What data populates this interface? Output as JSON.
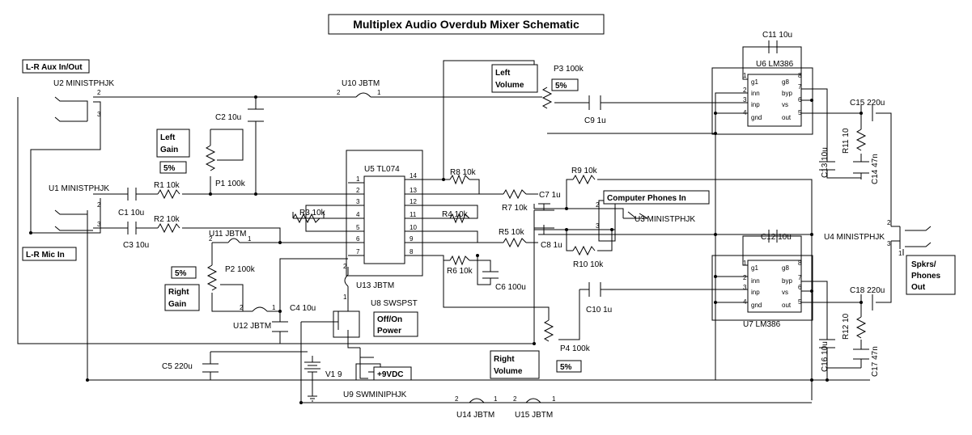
{
  "title": "Multiplex Audio Overdub Mixer Schematic",
  "notes": {
    "aux": "L-R Aux In/Out",
    "mic": "L-R Mic In",
    "left_gain": [
      "Left",
      "Gain"
    ],
    "right_gain": [
      "Right",
      "Gain"
    ],
    "left_volume": [
      "Left",
      "Volume"
    ],
    "right_volume": [
      "Right",
      "Volume"
    ],
    "computer_phones": "Computer Phones In",
    "spkrs": [
      "Spkrs/",
      "Phones",
      "Out"
    ],
    "power_switch": [
      "Off/On",
      "Power"
    ],
    "supply": "+9VDC",
    "pct_p1": "5%",
    "pct_p2": "5%",
    "pct_p3": "5%",
    "pct_p4": "5%"
  },
  "labels": {
    "u2": "U2 MINISTPHJK",
    "u1": "U1 MINISTPHJK",
    "u3": "U3 MINISTPHJK",
    "u4": "U4 MINISTPHJK",
    "u5": "U5 TL074",
    "u6": "U6 LM386",
    "u7": "U7 LM386",
    "u8": "U8 SWSPST",
    "u9": "U9 SWMINIPHJK",
    "u10": "U10 JBTM",
    "u11": "U11 JBTM",
    "u12": "U12 JBTM",
    "u13": "U13 JBTM",
    "u14": "U14 JBTM",
    "u15": "U15 JBTM",
    "v1": "V1 9",
    "c1": "C1 10u",
    "c2": "C2 10u",
    "c3": "C3 10u",
    "c4": "C4 10u",
    "c5": "C5 220u",
    "c6": "C6 100u",
    "c7": "C7 1u",
    "c8": "C8 1u",
    "c9": "C9 1u",
    "c10": "C10 1u",
    "c11": "C11 10u",
    "c12": "C12 10u",
    "c13": "C13 10u",
    "c14": "C14 47n",
    "c15": "C15 220u",
    "c16": "C16 10u",
    "c17": "C17 47n",
    "c18": "C18 220u",
    "r1": "R1 10k",
    "r2": "R2 10k",
    "r3": "R3 10k",
    "r4": "R4 10k",
    "r5": "R5 10k",
    "r6": "R6 10k",
    "r7": "R7 10k",
    "r8": "R8 10k",
    "r9": "R9 10k",
    "r10": "R10 10k",
    "r11": "R11 10",
    "r12": "R12 10",
    "p1": "P1 100k",
    "p2": "P2 100k",
    "p3": "P3 100k",
    "p4": "P4 100k"
  },
  "pins": {
    "tl074": [
      "1",
      "2",
      "3",
      "4",
      "5",
      "6",
      "7",
      "14",
      "13",
      "12",
      "11",
      "10",
      "9",
      "8"
    ],
    "lm386_left": [
      "1",
      "2",
      "3",
      "4"
    ],
    "lm386_right": [
      "8",
      "7",
      "6",
      "5"
    ],
    "lm386_inner_left": [
      "g1",
      "inn",
      "inp",
      "gnd"
    ],
    "lm386_inner_right": [
      "g8",
      "byp",
      "vs",
      "out"
    ],
    "jack": [
      "2",
      "3",
      "1"
    ],
    "jbtm": [
      "2",
      "1"
    ]
  }
}
